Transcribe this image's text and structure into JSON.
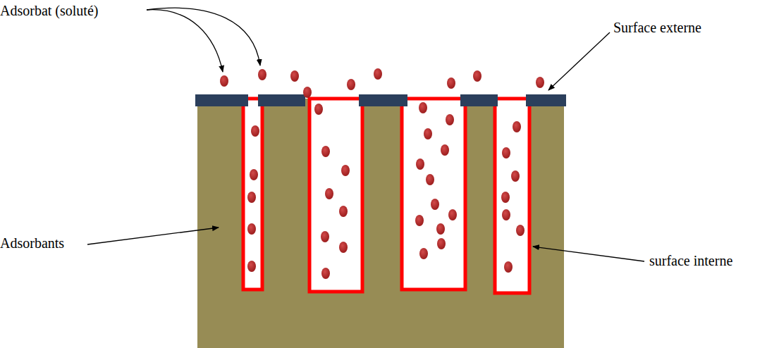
{
  "diagram": {
    "labels": [
      "Adsorbat (soluté)",
      "Surface externe",
      "Adsorbants",
      "surface interne"
    ]
  }
}
